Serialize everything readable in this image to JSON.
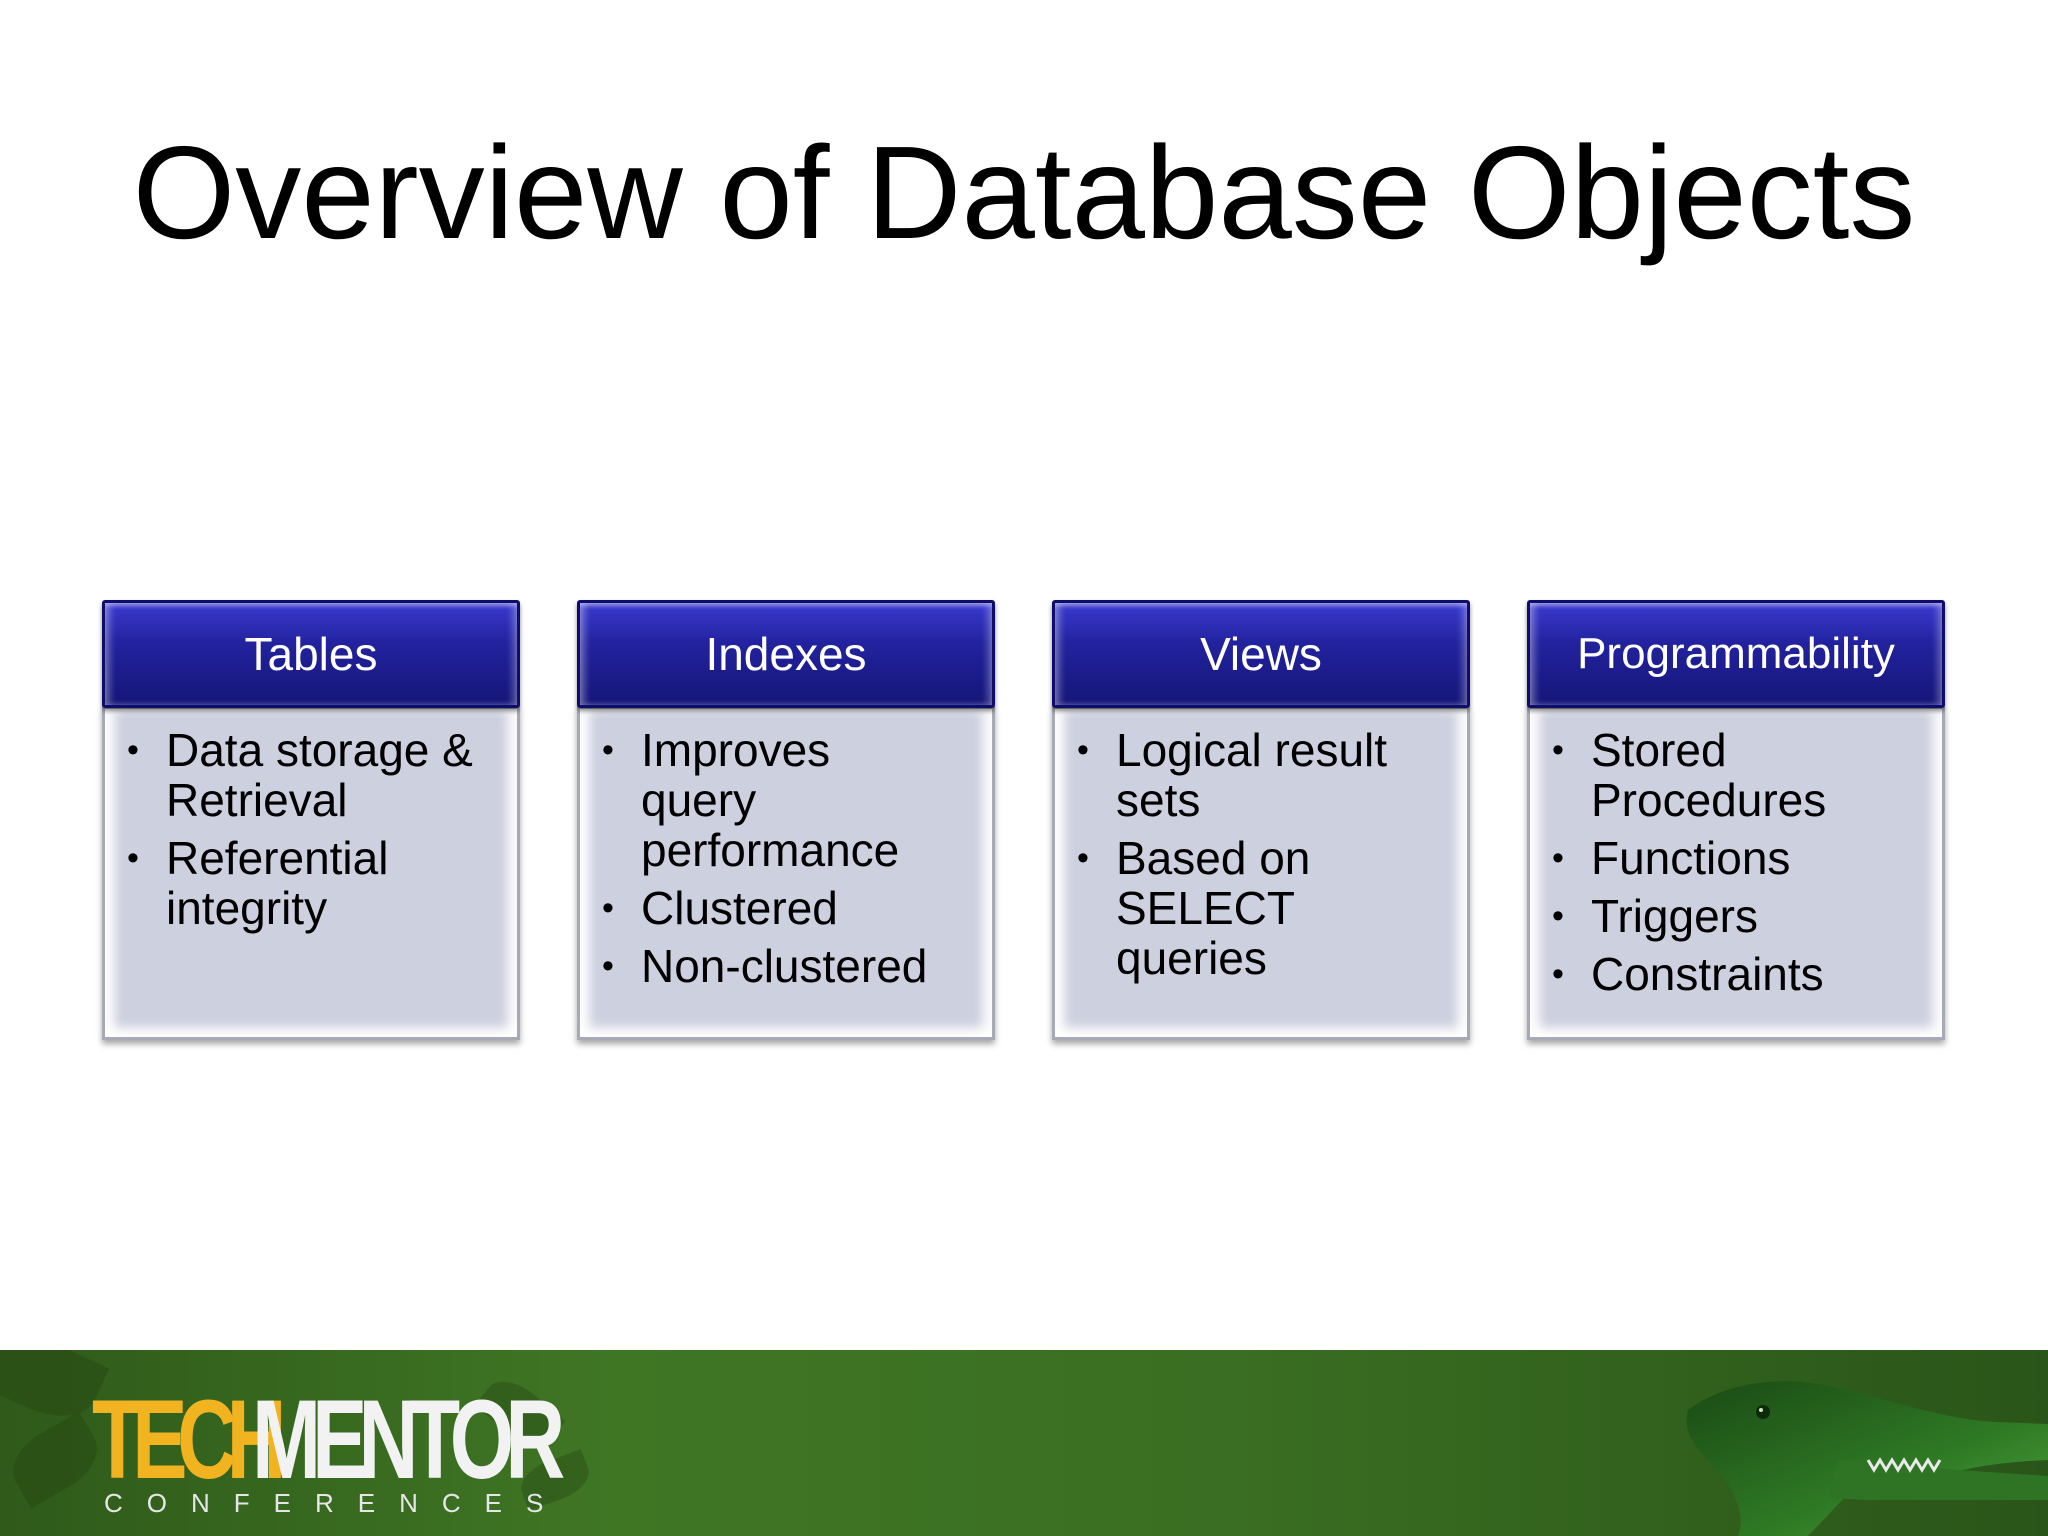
{
  "slide": {
    "title": "Overview of Database Objects"
  },
  "cards": [
    {
      "heading": "Tables",
      "bullets": [
        "Data storage & Retrieval",
        "Referential integrity"
      ]
    },
    {
      "heading": "Indexes",
      "bullets": [
        "Improves query performance",
        "Clustered",
        "Non-clustered"
      ]
    },
    {
      "heading": "Views",
      "bullets": [
        "Logical result sets",
        "Based on SELECT queries"
      ]
    },
    {
      "heading": "Programmability",
      "bullets": [
        "Stored Procedures",
        "Functions",
        "Triggers",
        "Constraints"
      ]
    }
  ],
  "footer": {
    "logo_tech": "TECH",
    "logo_mentor": "MENTOR",
    "logo_sub": "CONFERENCES"
  },
  "colors": {
    "header_blue": "#22229e",
    "body_gray": "#cdd0df",
    "footer_green": "#3f7624",
    "logo_gold": "#f2b321"
  },
  "icons": {
    "bullet": "bullet-dot-icon",
    "footer_art": "alligator-icon"
  }
}
